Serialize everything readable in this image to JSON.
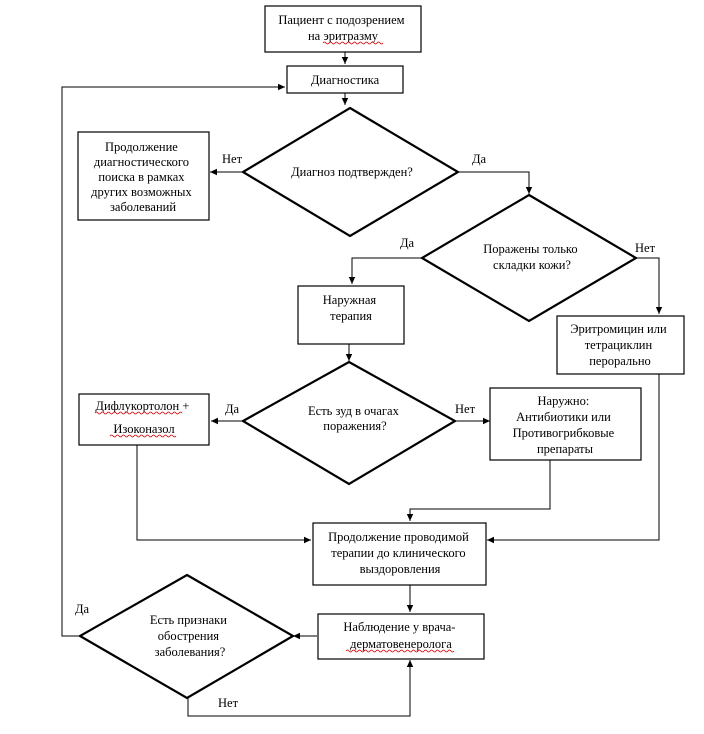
{
  "nodes": {
    "start": {
      "lines": [
        "Пациент с подозрением",
        "на эритразму"
      ]
    },
    "diagnostics": {
      "lines": [
        "Диагностика"
      ]
    },
    "diag_confirmed": {
      "lines": [
        "Диагноз подтвержден?"
      ]
    },
    "continue_search": {
      "lines": [
        "Продолжение",
        "диагностического",
        "поиска в рамках",
        "других возможных",
        "заболеваний"
      ]
    },
    "folds_only": {
      "lines": [
        "Поражены только",
        "складки кожи?"
      ]
    },
    "external_therapy": {
      "lines": [
        "Наружная",
        "терапия"
      ]
    },
    "oral_antibiotics": {
      "lines": [
        "Эритромицин или",
        "тетрациклин",
        "перорально"
      ]
    },
    "itch": {
      "lines": [
        "Есть зуд в очагах",
        "поражения?"
      ]
    },
    "diflucortolone": {
      "lines": [
        "Дифлукортолон +",
        "Изоконазол"
      ]
    },
    "external_ab": {
      "lines": [
        "Наружно:",
        "Антибиотики или",
        "Противогрибковые",
        "препараты"
      ]
    },
    "continue_therapy": {
      "lines": [
        "Продолжение проводимой",
        "терапии до клинического",
        "выздоровления"
      ]
    },
    "observation": {
      "lines": [
        "Наблюдение у врача-",
        "дерматовенеролога"
      ]
    },
    "exacerbation": {
      "lines": [
        "Есть признаки",
        "обострения",
        "заболевания?"
      ]
    }
  },
  "edge_labels": {
    "diag_no": "Нет",
    "diag_yes": "Да",
    "folds_yes": "Да",
    "folds_no": "Нет",
    "itch_yes": "Да",
    "itch_no": "Нет",
    "exac_yes": "Да",
    "exac_no": "Нет"
  }
}
